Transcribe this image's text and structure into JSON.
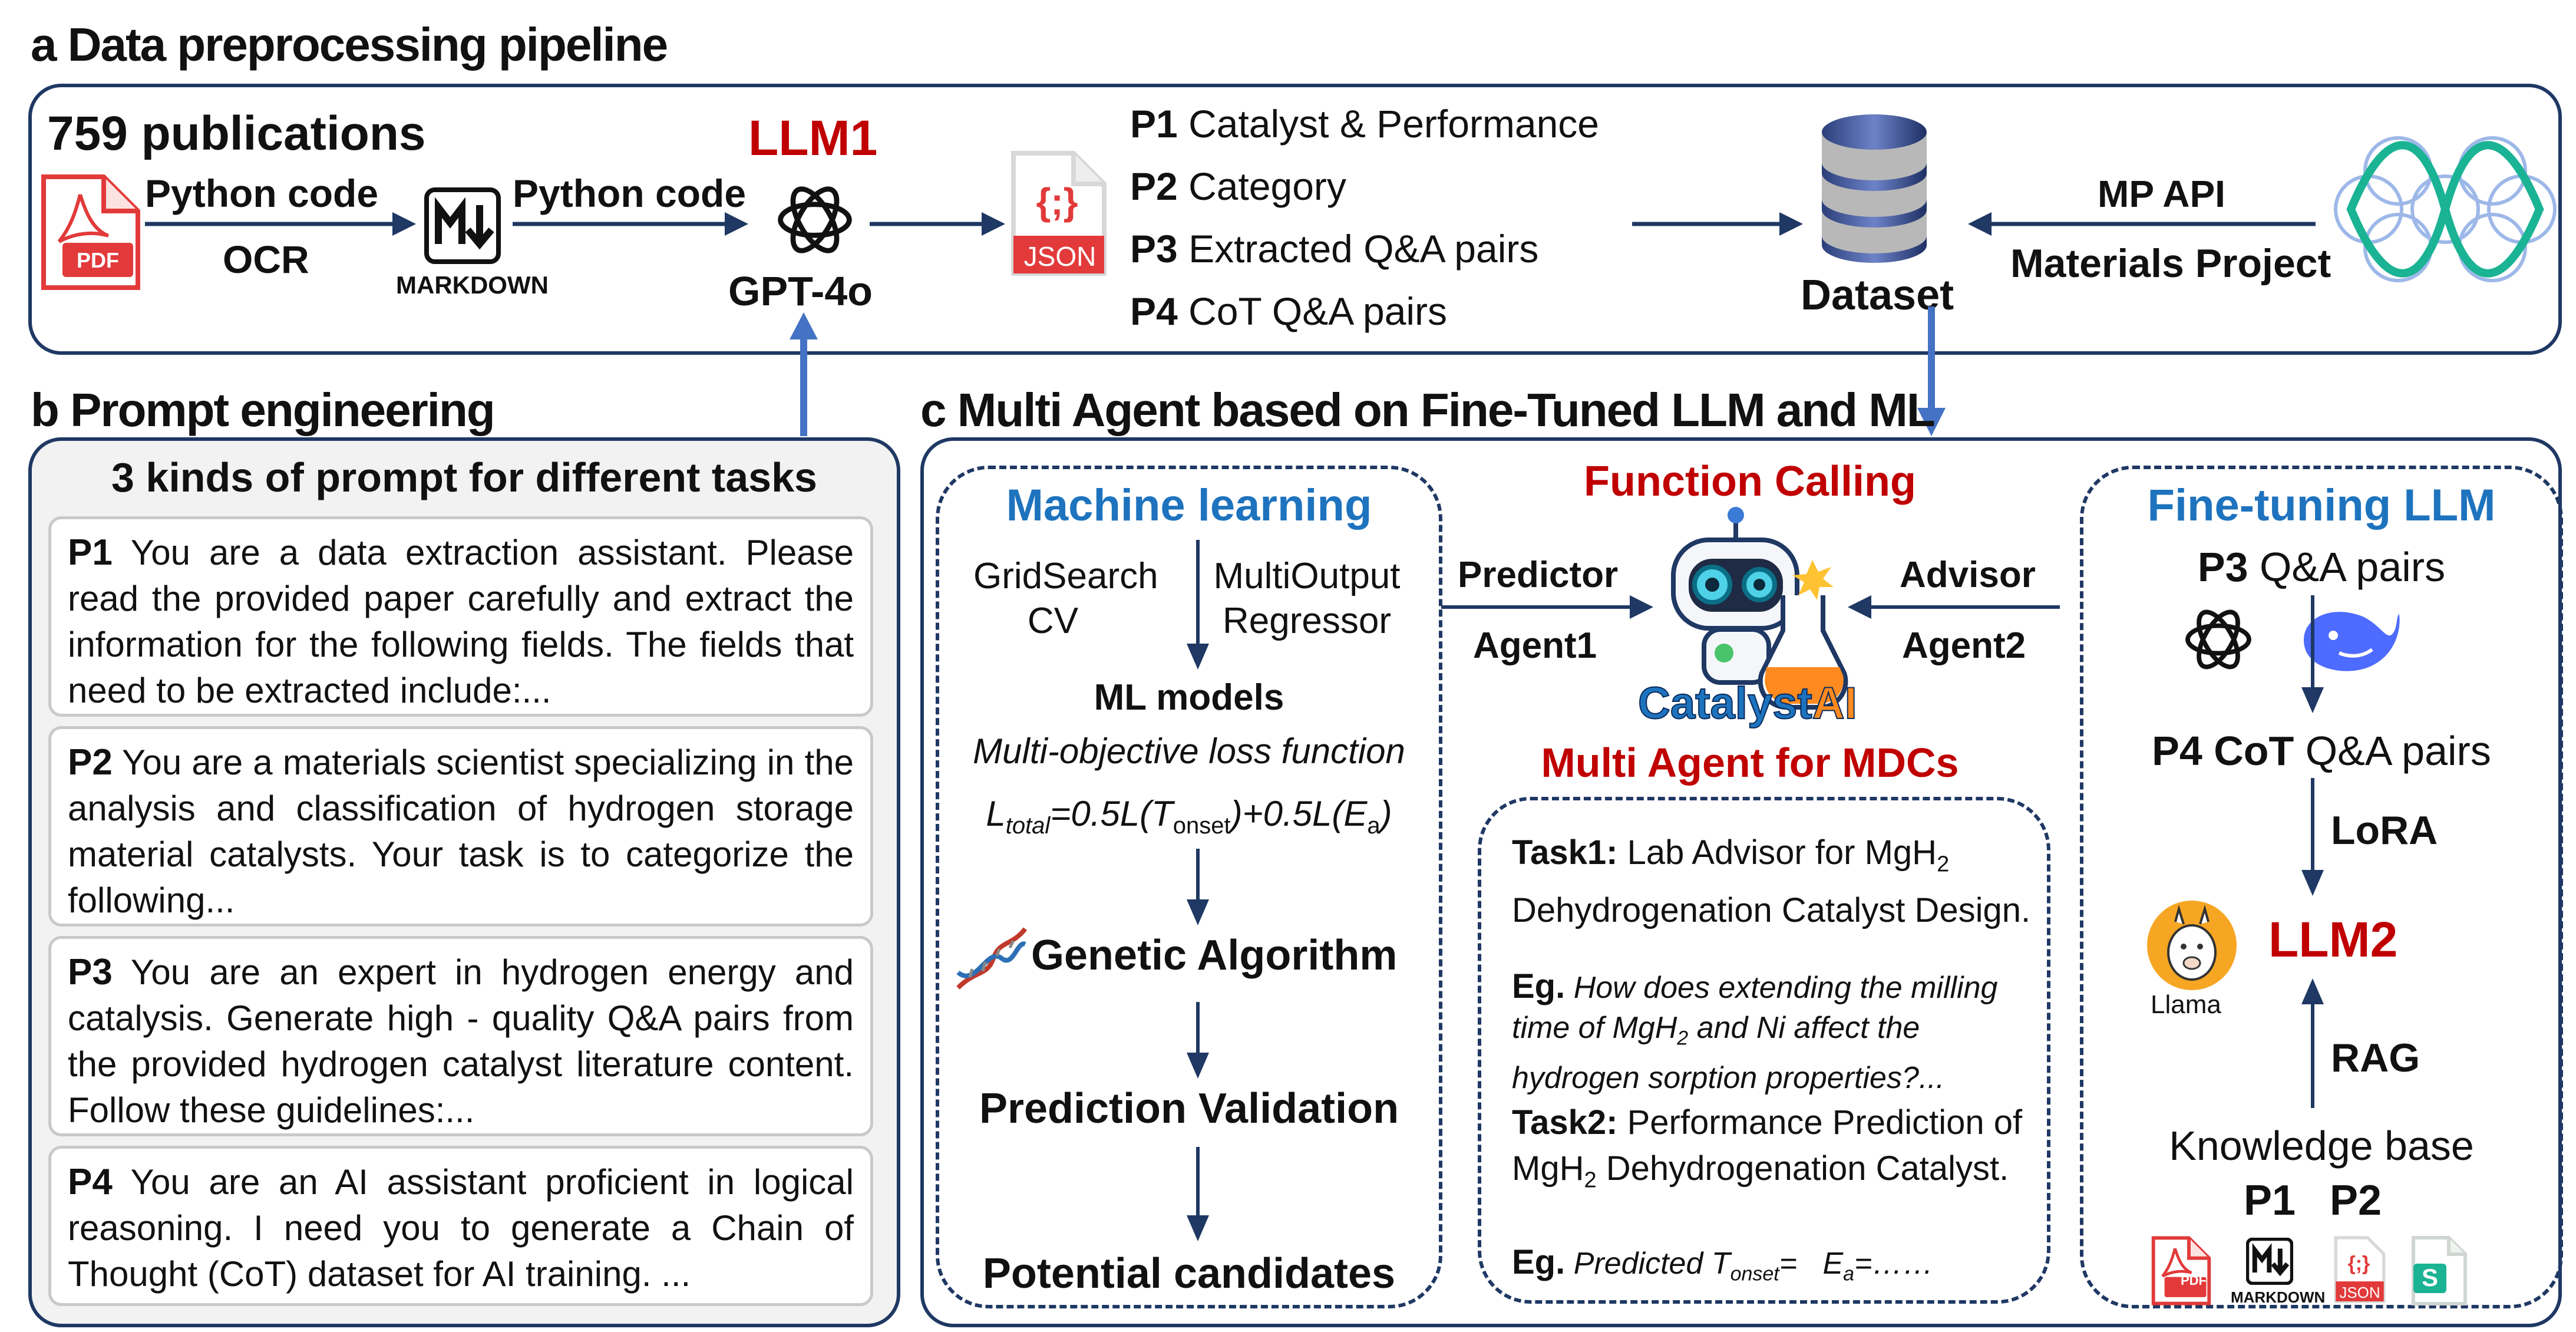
{
  "sectionA": {
    "letter": "a",
    "title": "Data preprocessing pipeline",
    "publications": "759 publications",
    "arrow1_top": "Python code",
    "arrow1_bottom": "OCR",
    "markdown_label": "MARKDOWN",
    "arrow2_top": "Python code",
    "llm1": "LLM1",
    "gpt": "GPT-4o",
    "json_label": "JSON",
    "outputs": [
      {
        "tag": "P1",
        "text": "Catalyst & Performance"
      },
      {
        "tag": "P2",
        "text": "Category"
      },
      {
        "tag": "P3",
        "text": "Extracted Q&A pairs"
      },
      {
        "tag": "P4",
        "text": "CoT Q&A pairs"
      }
    ],
    "dataset": "Dataset",
    "mp_api": "MP API",
    "materials_project": "Materials Project"
  },
  "sectionB": {
    "letter": "b",
    "title": "Prompt engineering",
    "box_title": "3 kinds of prompt for different tasks",
    "prompts": [
      {
        "tag": "P1",
        "text": "You are a data extraction assistant. Please read the provided paper carefully and extract the information for the following fields. The fields that need to be extracted include:..."
      },
      {
        "tag": "P2",
        "text": "You are a materials scientist specializing in the analysis and classification of hydrogen storage material catalysts. Your task is to categorize the following..."
      },
      {
        "tag": "P3",
        "text": "You are an expert in hydrogen energy and catalysis. Generate high - quality Q&A pairs from the provided hydrogen catalyst literature content. Follow these guidelines:..."
      },
      {
        "tag": "P4",
        "text": "You are an AI assistant proficient in logical reasoning. I need you to generate a Chain of Thought (CoT) dataset for AI training. ..."
      }
    ]
  },
  "sectionC": {
    "letter": "c",
    "title": "Multi Agent based on Fine-Tuned LLM and ML",
    "ml": {
      "title": "Machine learning",
      "gridsearch_1": "GridSearch",
      "gridsearch_2": "CV",
      "multioutput_1": "MultiOutput",
      "multioutput_2": "Regressor",
      "models": "ML models",
      "loss": "Multi-objective loss function",
      "formula_L": "L",
      "formula_sub_total": "total",
      "formula_mid": "=0.5L(T",
      "formula_sub_onset": "onset",
      "formula_mid2": ")+0.5L(E",
      "formula_sub_a": "a",
      "formula_end": ")",
      "ga": "Genetic Algorithm",
      "validation": "Prediction Validation",
      "candidates": "Potential candidates"
    },
    "center": {
      "function_calling": "Function Calling",
      "predictor": "Predictor",
      "agent1": "Agent1",
      "advisor": "Advisor",
      "agent2": "Agent2",
      "logo_word1": "Catalyst",
      "logo_word2": "AI",
      "multi_agent": "Multi Agent for MDCs",
      "task1_label": "Task1:",
      "task1_text_a": "Lab Advisor for MgH",
      "task1_sub": "2",
      "task1_text_b": "Dehydrogenation Catalyst Design.",
      "eg1_label": "Eg.",
      "eg1_text_a": "How does extending the milling time of MgH",
      "eg1_sub": "2",
      "eg1_text_b": " and Ni affect the hydrogen sorption properties?...",
      "task2_label": "Task2:",
      "task2_text_a": "Performance Prediction of MgH",
      "task2_sub": "2",
      "task2_text_b": "Dehydrogenation Catalyst.",
      "eg2_label": "Eg.",
      "eg2_pred": "Predicted T",
      "eg2_sub_onset": "onset",
      "eg2_mid": "=   E",
      "eg2_sub_a": "a",
      "eg2_end": "=……"
    },
    "ft": {
      "title": "Fine-tuning LLM",
      "p3_tag": "P3",
      "p3_text": "Q&A pairs",
      "p4_tag": "P4 CoT",
      "p4_text": "Q&A pairs",
      "lora": "LoRA",
      "llm2": "LLM2",
      "llama": "Llama",
      "rag": "RAG",
      "kb": "Knowledge base",
      "kb_p1": "P1",
      "kb_p2": "P2",
      "pdf_label": "PDF",
      "markdown_label": "MARKDOWN",
      "json_label": "JSON",
      "sheet_label": "S"
    }
  },
  "colors": {
    "navy": "#1f3864",
    "arrow_blue": "#4472c4",
    "red": "#c00000",
    "title_blue": "#1e73be",
    "teal": "#1ab394"
  }
}
